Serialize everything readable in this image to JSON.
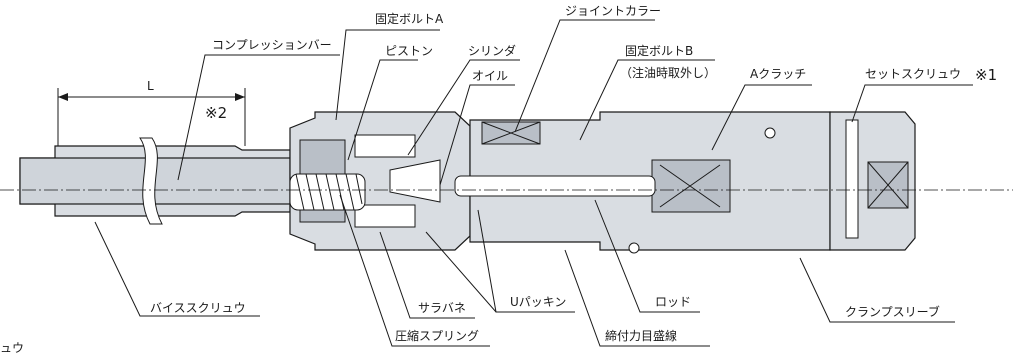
{
  "labels": {
    "fixing_bolt_a": "固定ボルトA",
    "joint_collar": "ジョイントカラー",
    "compression_bar": "コンプレッションバー",
    "piston": "ピストン",
    "cylinder": "シリンダ",
    "oil": "オイル",
    "fixing_bolt_b": "固定ボルトB",
    "fixing_bolt_b_note": "（注油時取外し）",
    "a_clutch": "Aクラッチ",
    "set_screw": "セットスクリュウ",
    "note1": "※1",
    "note2": "※2",
    "dimension_l": "L",
    "vise_screw": "バイススクリュウ",
    "spring_washer": "サラバネ",
    "u_packing": "Uパッキン",
    "rod": "ロッド",
    "clamp_sleeve": "クランプスリーブ",
    "compression_spring": "圧縮スプリング",
    "tightening_scale": "締付力目盛線",
    "cut_text": "ュウ"
  }
}
